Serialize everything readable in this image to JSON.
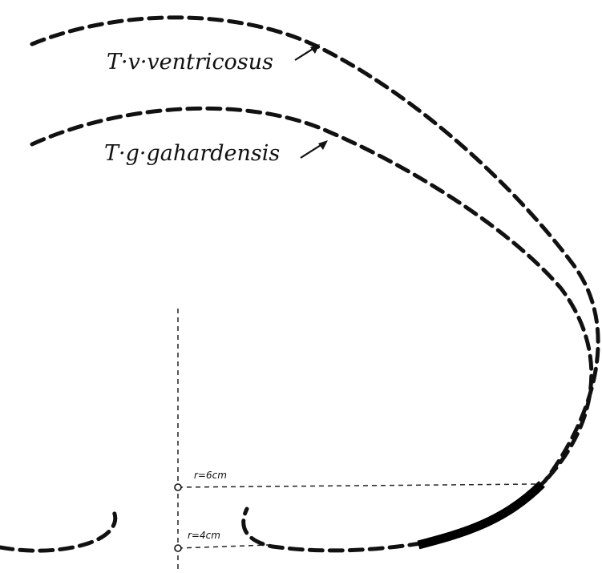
{
  "labels": {
    "species_1": "T·v·ventricosus",
    "species_2": "T·g·gahardensis",
    "radius_1": "r=6cm",
    "radius_2": "r=4cm"
  },
  "colors": {
    "line": "#111111",
    "background": "#ffffff"
  }
}
